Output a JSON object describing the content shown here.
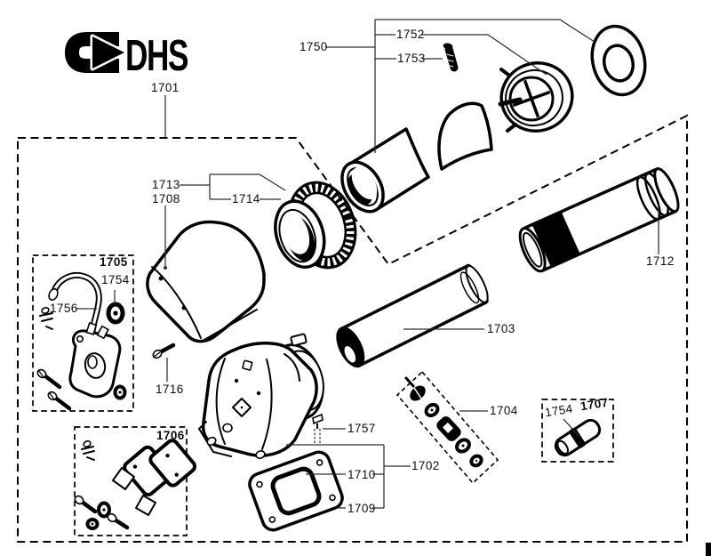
{
  "logo": {
    "text": "DHS"
  },
  "colors": {
    "ink": "#000000",
    "paper": "#ffffff"
  },
  "callouts": {
    "c1701": "1701",
    "c1750": "1750",
    "c1752": "1752",
    "c1753": "1753",
    "c1713": "1713",
    "c1708": "1708",
    "c1714": "1714",
    "c1705": "1705",
    "c1754_grommet": "1754",
    "c1756": "1756",
    "c1716": "1716",
    "c1706": "1706",
    "c1757": "1757",
    "c1710": "1710",
    "c1709": "1709",
    "c1702": "1702",
    "c1704": "1704",
    "c1703": "1703",
    "c1712": "1712",
    "c1707": "1707",
    "c1754_connector": "1754"
  }
}
